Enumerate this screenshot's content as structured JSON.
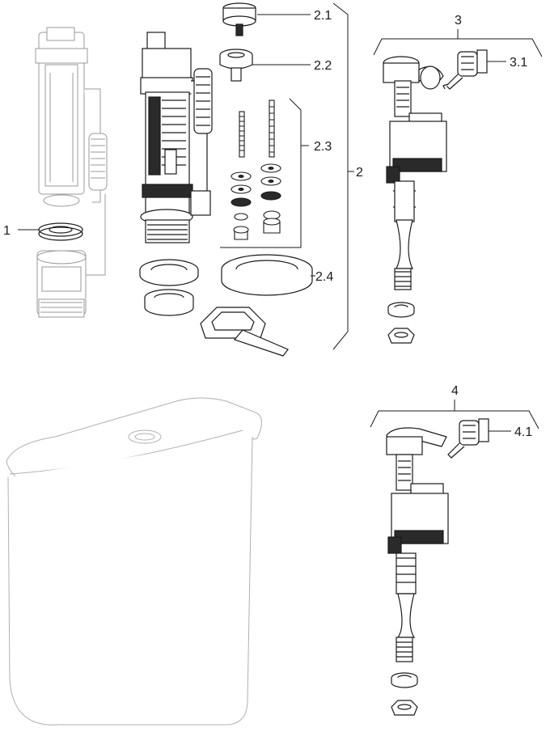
{
  "callouts": {
    "c1": "1",
    "c2": "2",
    "c2_1": "2.1",
    "c2_2": "2.2",
    "c2_3": "2.3",
    "c2_4": "2.4",
    "c3": "3",
    "c3_1": "3.1",
    "c4": "4",
    "c4_1": "4.1"
  },
  "colors": {
    "line": "#1a1a1a",
    "ghost": "#9a9a9a",
    "fill_dark": "#2a2a2a",
    "fill_light": "#ffffff"
  }
}
